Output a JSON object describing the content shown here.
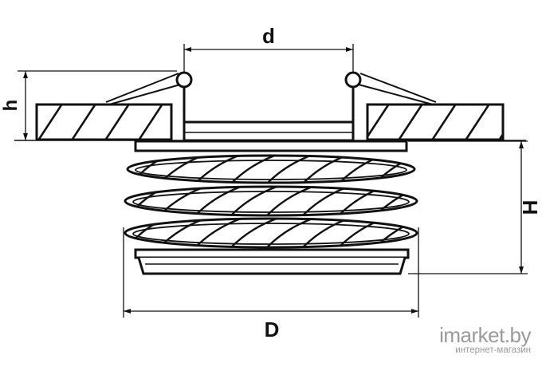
{
  "dimensions": {
    "d": "d",
    "h": "h",
    "H": "H",
    "D": "D"
  },
  "watermark": {
    "brand": "imarket.by",
    "subtitle": "интернет-магазин"
  }
}
